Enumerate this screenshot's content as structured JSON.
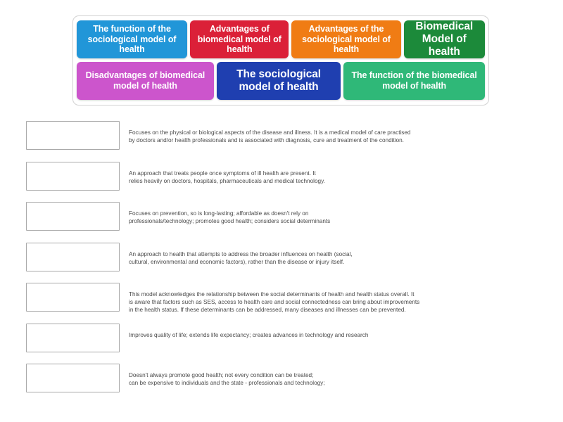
{
  "activity": {
    "type": "drag-and-drop-match-up",
    "chip_tray": {
      "rows": [
        [
          {
            "label": "The function of\nthe sociological\nmodel of health",
            "color": "#2196D8",
            "size": "sm",
            "name": "chip-function-sociological-model"
          },
          {
            "label": "Advantages\nof biomedical\nmodel of health",
            "color": "#DB2038",
            "size": "sm",
            "name": "chip-advantages-biomedical-model"
          },
          {
            "label": "Advantages of\nthe sociological\nmodel of health",
            "color": "#F07C14",
            "size": "sm",
            "name": "chip-advantages-sociological-model"
          },
          {
            "label": "Biomedical\nModel of health",
            "color": "#1C8A3A",
            "size": "lg",
            "name": "chip-biomedical-model-of-health"
          }
        ],
        [
          {
            "label": "Disadvantages\nof biomedical\nmodel of health",
            "color": "#CC55CC",
            "size": "sm",
            "name": "chip-disadvantages-biomedical-model"
          },
          {
            "label": "The sociological\nmodel of health",
            "color": "#1F3FB0",
            "size": "lg",
            "name": "chip-sociological-model-of-health"
          },
          {
            "label": "The function of\nthe biomedical\nmodel of health",
            "color": "#2FB878",
            "size": "sm",
            "name": "chip-function-biomedical-model"
          }
        ]
      ]
    },
    "answers": [
      {
        "slot_value": "",
        "text": "Focuses on the physical or biological aspects of the disease and illness. It is a medical model of care practised\nby doctors and/or health professionals and is associated with diagnosis, cure and treatment of the condition."
      },
      {
        "slot_value": "",
        "text": "An approach that treats people once symptoms of ill health are present. It\nrelies heavily on doctors, hospitals, pharmaceuticals and medical technology."
      },
      {
        "slot_value": "",
        "text": "Focuses on prevention, so is long-lasting; affordable as doesn't rely on\nprofessionals/technology; promotes good health; considers social determinants"
      },
      {
        "slot_value": "",
        "text": "An approach to health that attempts to address the broader influences on health (social,\ncultural, environmental and economic factors), rather than the disease or injury itself."
      },
      {
        "slot_value": "",
        "text": "This model acknowledges the relationship between the social determinants of health and health status overall. It\nis aware that factors such as SES, access to health care and social connectedness can bring about improvements\nin the health status. If these determinants can be addressed, many diseases and illnesses can be prevented."
      },
      {
        "slot_value": "",
        "text": "Improves quality of life; extends life expectancy; creates advances in technology and research"
      },
      {
        "slot_value": "",
        "text": "Doesn't always promote good health; not every condition can be treated;\ncan be expensive to individuals and the state - professionals and technology;"
      }
    ]
  }
}
